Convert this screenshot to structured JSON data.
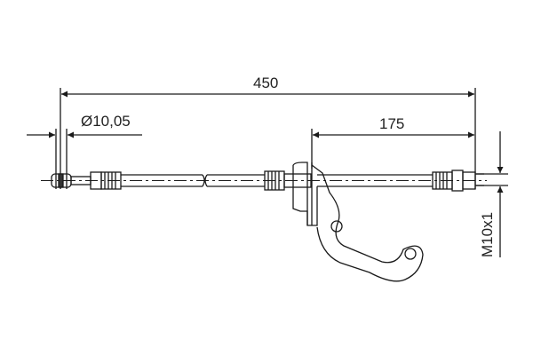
{
  "drawing": {
    "subject": "brake hose technical drawing",
    "line_color": "#1a1a1a",
    "background": "#ffffff"
  },
  "dimensions": {
    "overall_length": "450",
    "fitting_diameter": "Ø10,05",
    "bracket_to_end": "175",
    "thread": "M10x1"
  }
}
